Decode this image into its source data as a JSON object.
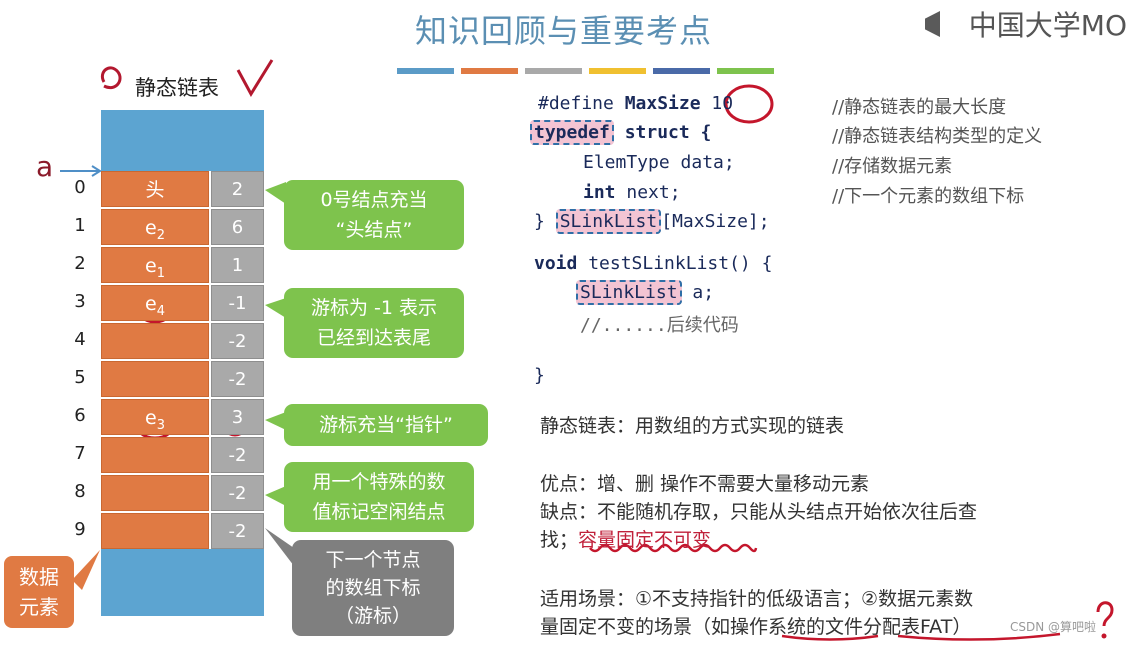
{
  "title": "知识回顾与重要考点",
  "logo_text": "中国大学MO",
  "list_caption": "静态链表",
  "pointer_label": "a",
  "colors": {
    "bars": [
      "#5b9bc7",
      "#e07a43",
      "#a9a9a9",
      "#f0c030",
      "#4a6aa8",
      "#7ec34d"
    ]
  },
  "rows": [
    {
      "index": "0",
      "data": "头",
      "cursor": "2"
    },
    {
      "index": "1",
      "data": "e2",
      "cursor": "6"
    },
    {
      "index": "2",
      "data": "e1",
      "cursor": "1"
    },
    {
      "index": "3",
      "data": "e4",
      "cursor": "-1"
    },
    {
      "index": "4",
      "data": "",
      "cursor": "-2"
    },
    {
      "index": "5",
      "data": "",
      "cursor": "-2"
    },
    {
      "index": "6",
      "data": "e3",
      "cursor": "3"
    },
    {
      "index": "7",
      "data": "",
      "cursor": "-2"
    },
    {
      "index": "8",
      "data": "",
      "cursor": "-2"
    },
    {
      "index": "9",
      "data": "",
      "cursor": "-2"
    }
  ],
  "callouts": {
    "head": [
      "0号结点充当",
      "“头结点”"
    ],
    "tail": [
      "游标为 -1 表示",
      "已经到达表尾"
    ],
    "pointer": [
      "游标充当“指针”"
    ],
    "free": [
      "用一个特殊的数",
      "值标记空闲结点"
    ],
    "next": [
      "下一个节点",
      "的数组下标",
      "（游标）"
    ],
    "data_label": [
      "数据",
      "元素"
    ]
  },
  "code": {
    "define": "#define",
    "maxsize": "MaxSize",
    "ten": "10",
    "typedef": "typedef",
    "struct": "struct {",
    "elemtype": "ElemType data;",
    "int": "int",
    "next": "next;",
    "close": "}",
    "slinklist": "SLinkList",
    "arr": "[MaxSize];",
    "void": "void",
    "fn": "testSLinkList() {",
    "slinklist2": "SLinkList",
    "a": "a;",
    "more": "//......后续代码",
    "end": "}",
    "c1": "//静态链表的最大长度",
    "c2": "//静态链表结构类型的定义",
    "c3": "//存储数据元素",
    "c4": "//下一个元素的数组下标"
  },
  "notes": {
    "def": "静态链表：用数组的方式实现的链表",
    "pro": "优点：增、删 操作不需要大量移动元素",
    "con": "缺点：不能随机存取，只能从头结点开始依次往后查",
    "con2_prefix": "找；",
    "con2_red": "容量固定不可变",
    "use": "适用场景：①不支持指针的低级语言；②数据元素数",
    "use2": "量固定不变的场景（如操作系统的文件分配表FAT）",
    "watermark": "CSDN @算吧啦"
  }
}
